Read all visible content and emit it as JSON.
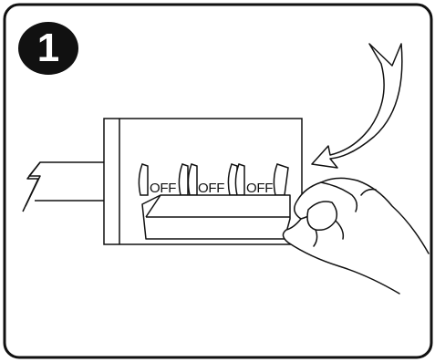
{
  "step": {
    "number": "1"
  },
  "breaker": {
    "switch_labels": [
      "OFF",
      "OFF",
      "OFF"
    ]
  },
  "icons": {
    "badge": "numbered-circle-icon",
    "arrow": "curved-arrow-icon",
    "hand": "hand-icon",
    "cable_break": "break-line-icon"
  },
  "colors": {
    "line": "#111111",
    "background": "#ffffff",
    "badge": "#111111"
  }
}
